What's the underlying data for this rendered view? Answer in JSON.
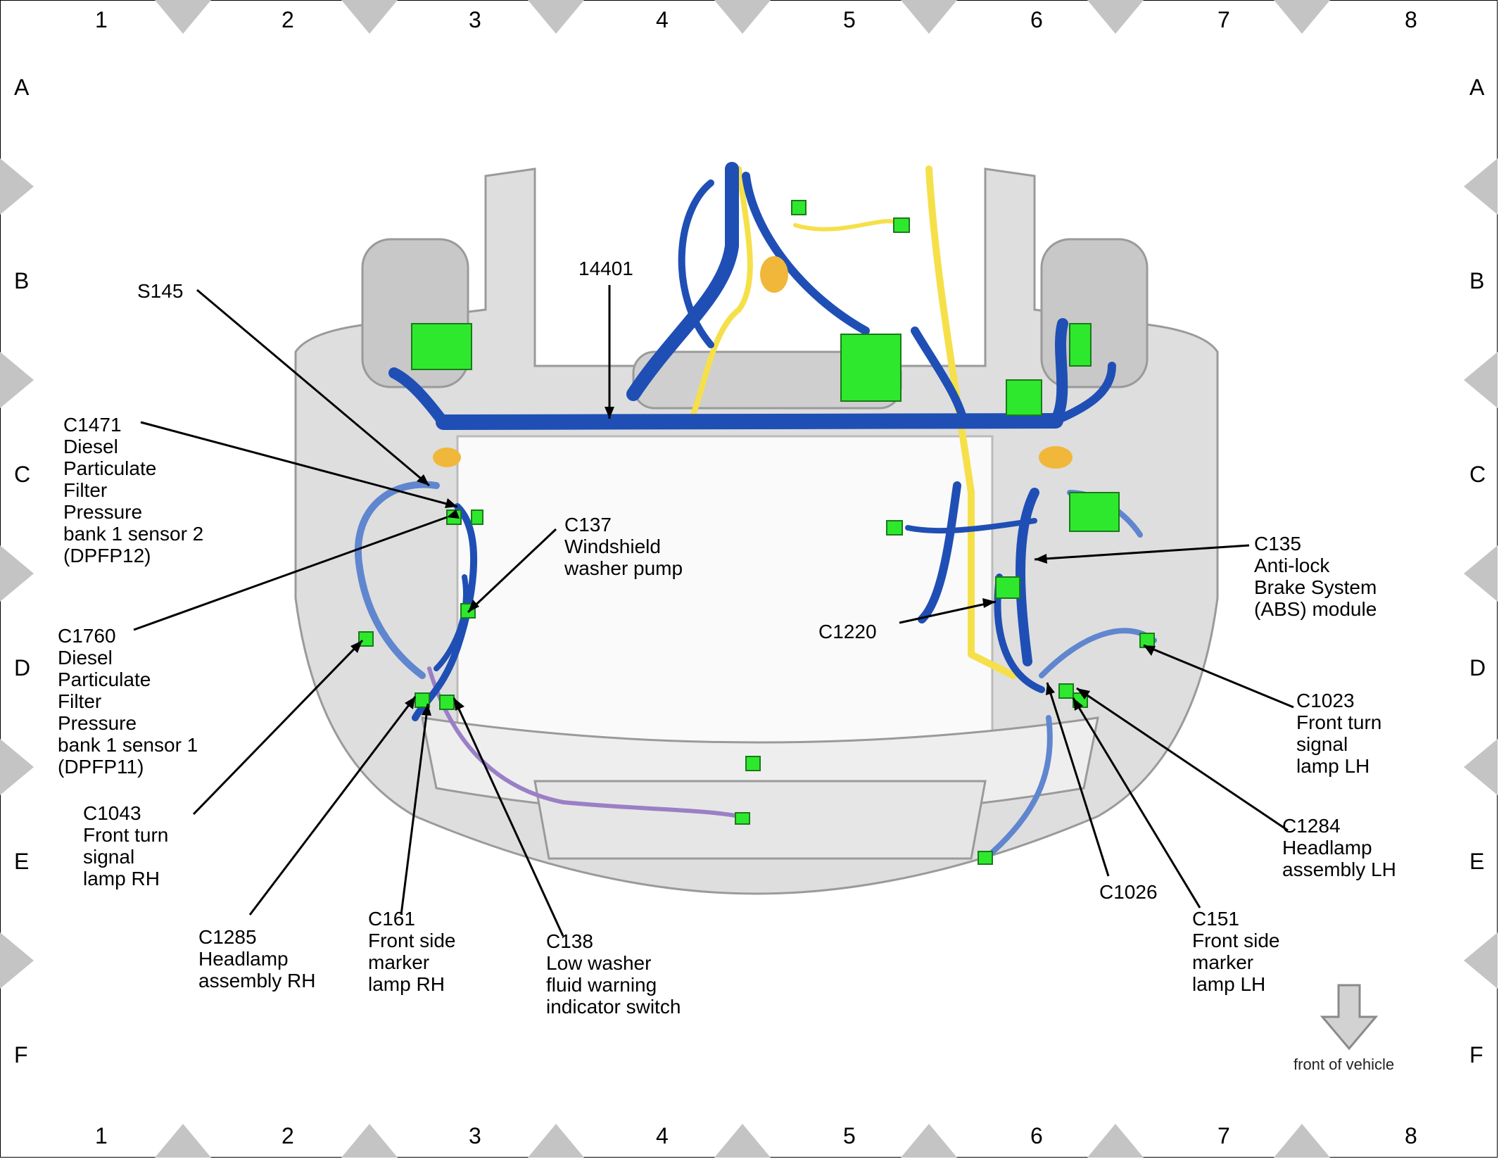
{
  "grid": {
    "columns": [
      "1",
      "2",
      "3",
      "4",
      "5",
      "6",
      "7",
      "8"
    ],
    "rows": [
      "A",
      "B",
      "C",
      "D",
      "E",
      "F"
    ]
  },
  "callouts": {
    "s145": "S145",
    "h14401": "14401",
    "c1471": "C1471\nDiesel\nParticulate\nFilter\nPressure\nbank 1 sensor 2\n(DPFP12)",
    "c137": "C137\nWindshield\nwasher pump",
    "c1760": "C1760\nDiesel\nParticulate\nFilter\nPressure\nbank 1 sensor 1\n(DPFP11)",
    "c1043": "C1043\nFront turn\nsignal\nlamp RH",
    "c1285": "C1285\nHeadlamp\nassembly RH",
    "c161": "C161\nFront side\nmarker\nlamp RH",
    "c138": "C138\nLow washer\nfluid warning\nindicator switch",
    "c135": "C135\nAnti-lock\nBrake System\n(ABS) module",
    "c1220": "C1220",
    "c1023": "C1023\nFront turn\nsignal\nlamp LH",
    "c1284": "C1284\nHeadlamp\nassembly LH",
    "c1026": "C1026",
    "c151": "C151\nFront side\nmarker\nlamp LH"
  },
  "direction": {
    "label": "front of vehicle",
    "icon": "down-arrow-icon"
  },
  "colors": {
    "harness_blue": "#1f4fb5",
    "harness_light_blue": "#5f86cf",
    "connector_green": "#2ee82e",
    "yellow_harness": "#f5e04a",
    "purple_harness": "#9b7fc6",
    "body_gray": "#d4d4d4"
  }
}
